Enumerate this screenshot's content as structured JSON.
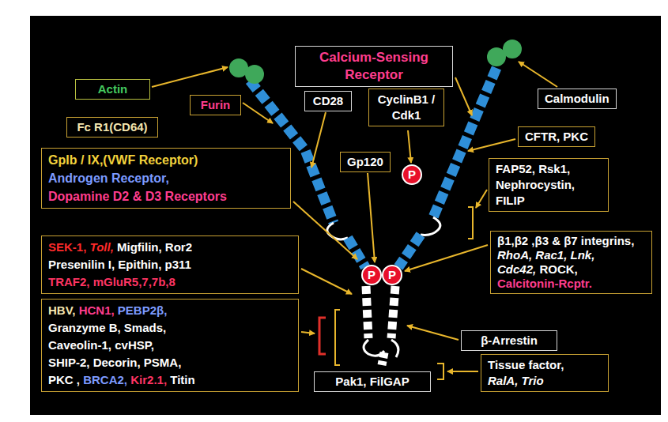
{
  "diagram": {
    "nodes": [
      {
        "text": [
          "Calcium-Sensing Receptor"
        ]
      },
      {
        "text": [
          "Actin"
        ]
      },
      {
        "text": [
          "Calmodulin"
        ]
      },
      {
        "text": [
          "Furin"
        ]
      },
      {
        "text": [
          "CD28"
        ]
      },
      {
        "text": [
          "CyclinB1 / Cdk1"
        ]
      },
      {
        "text": [
          "Fc R1(CD64)"
        ]
      },
      {
        "text": [
          "Gp120"
        ]
      },
      {
        "text": [
          "CFTR, PKC"
        ]
      },
      {
        "text": [
          "GpIb / IX,(VWF Receptor)",
          "Androgen Receptor,",
          "Dopamine D2 & D3 Receptors"
        ]
      },
      {
        "text": [
          "FAP52, Rsk1, Nephrocystin, FILIP"
        ]
      },
      {
        "text": [
          "SEK-1,",
          "Toll,",
          "Migfilin, Ror2",
          "Presenilin I, Epithin, p311",
          "TRAF2, mGluR5,7,7b,8"
        ]
      },
      {
        "text": [
          "β1,β2 ,β3 & β7 integrins,",
          "RhoA, Rac1, Lnk,",
          "Cdc42,",
          "ROCK,",
          "Calcitonin-Rcptr."
        ]
      },
      {
        "text": [
          "HBV,",
          "HCN1,",
          "PEBP2β,",
          "Granzyme B, Smads,",
          "Caveolin-1, cvHSP,",
          "SHIP-2, Decorin, PSMA,",
          "PKC ,",
          "BRCA2,",
          "Kir2.1,",
          "Titin"
        ]
      },
      {
        "text": [
          "β-Arrestin"
        ]
      },
      {
        "text": [
          "Pak1, FilGAP"
        ]
      },
      {
        "text": [
          "Tissue factor,",
          "RalA, Trio"
        ]
      }
    ],
    "labels": [
      "P",
      "P",
      "P"
    ]
  }
}
